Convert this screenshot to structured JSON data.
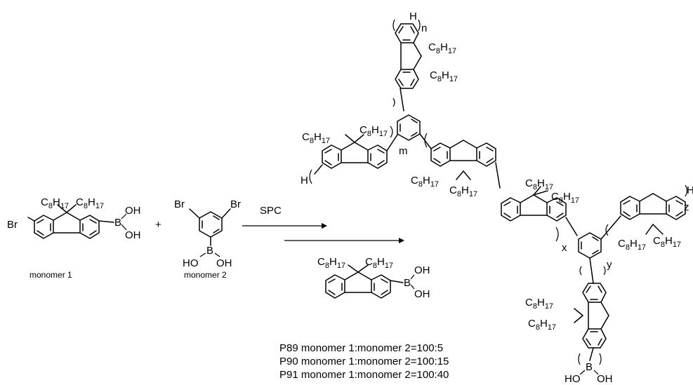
{
  "monomer1": {
    "name": "monomer 1",
    "br": "Br",
    "substituent_a": "C8H17",
    "substituent_b": "C8H17",
    "boron": "B",
    "oh_top": "OH",
    "oh_bottom": "OH"
  },
  "plus": "+",
  "monomer2": {
    "name": "monomer 2",
    "br_left": "Br",
    "br_right": "Br",
    "boron": "B",
    "ho": "HO",
    "oh": "OH"
  },
  "reaction": {
    "condition": "SPC"
  },
  "endcap": {
    "substituent_a": "C8H17",
    "substituent_b": "C8H17",
    "boron": "B",
    "oh_top": "OH",
    "oh_bottom": "OH"
  },
  "polymer": {
    "h_top": "H",
    "n": "n",
    "m": "m",
    "x": "x",
    "y": "y",
    "z": "z",
    "h_left": "H",
    "h_right": "H",
    "ho": "HO",
    "boron": "B",
    "oh": "OH",
    "c8h17": "C8H17"
  },
  "ratios": [
    "P89 monomer 1:monomer 2=100:5",
    "P90 monomer 1:monomer 2=100:15",
    "P91 monomer 1:monomer 2=100:40"
  ]
}
